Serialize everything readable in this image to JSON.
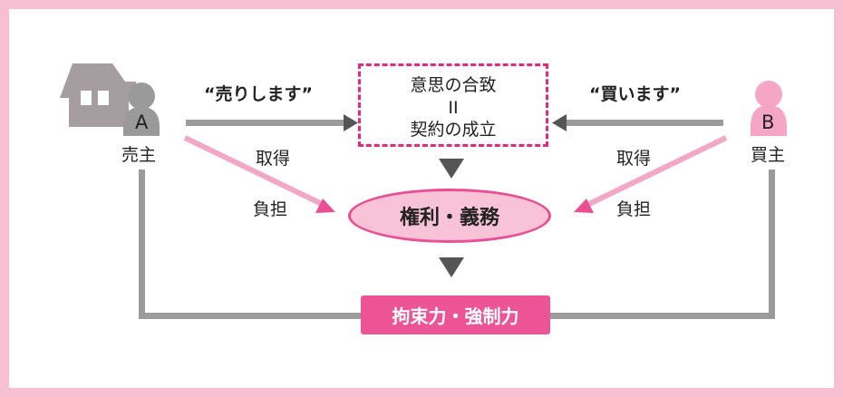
{
  "diagram": {
    "person_a": {
      "letter": "A",
      "role": "売主"
    },
    "person_b": {
      "letter": "B",
      "role": "買主"
    },
    "seller_speech": "“売りします”",
    "buyer_speech": "“買います”",
    "consensus": {
      "line1": "意思の合致",
      "line2": "II",
      "line3": "契約の成立"
    },
    "rights_duties": "権利・義務",
    "binding_force": "拘束力・強制力",
    "seller_acquire": "取得",
    "seller_burden": "負担",
    "buyer_acquire": "取得",
    "buyer_burden": "負担",
    "colors": {
      "pink_accent": "#e4287d",
      "pink_fill": "#f8c3d6",
      "pink_button": "#ec5495",
      "gray_line": "#9b9b9b",
      "house": "#a59da0",
      "person_a": "#9a9a9a",
      "person_b": "#f6a6c5"
    }
  }
}
